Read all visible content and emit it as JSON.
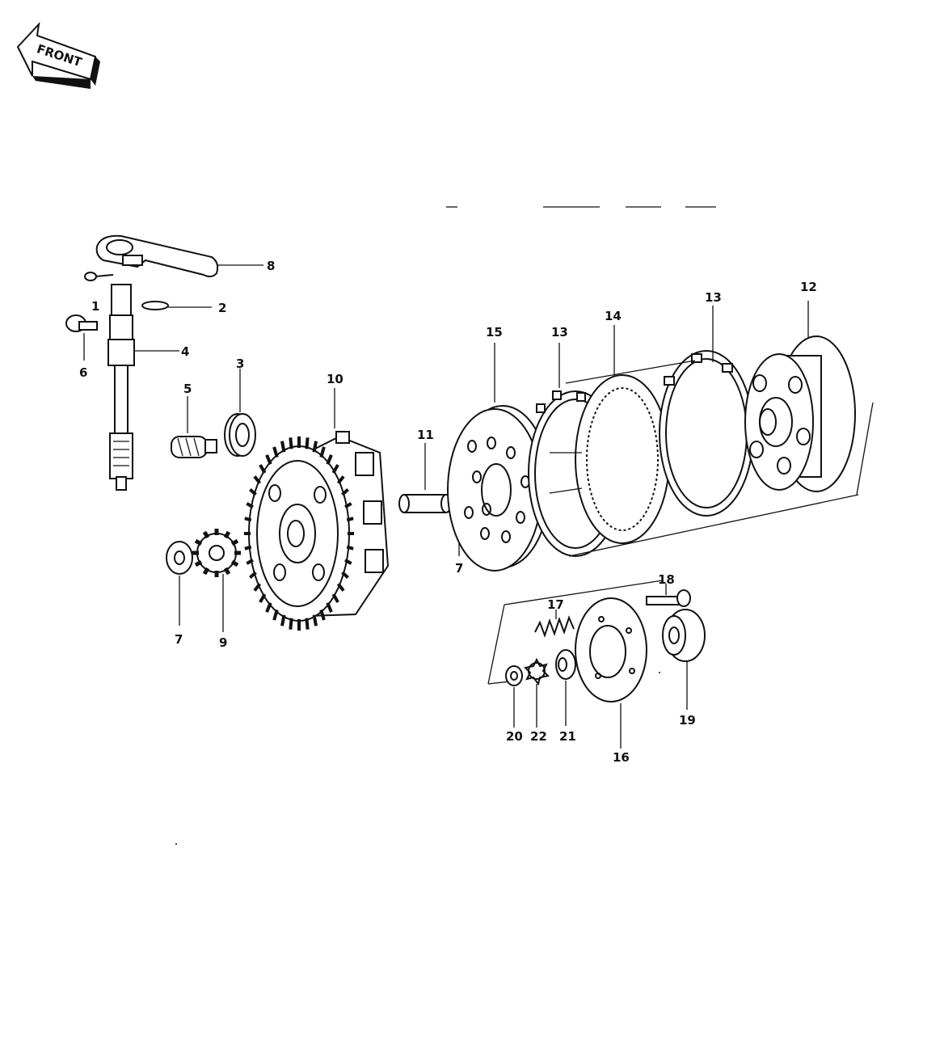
{
  "front_badge": "FRONT",
  "callouts": {
    "c1": "1",
    "c2": "2",
    "c3": "3",
    "c4": "4",
    "c5": "5",
    "c6": "6",
    "c7a": "7",
    "c7b": "7",
    "c8": "8",
    "c9": "9",
    "c10": "10",
    "c11": "11",
    "c12": "12",
    "c13a": "13",
    "c13b": "13",
    "c14": "14",
    "c15": "15",
    "c16": "16",
    "c17": "17",
    "c18": "18",
    "c19": "19",
    "c20": "20",
    "c21": "21",
    "c22": "22"
  }
}
